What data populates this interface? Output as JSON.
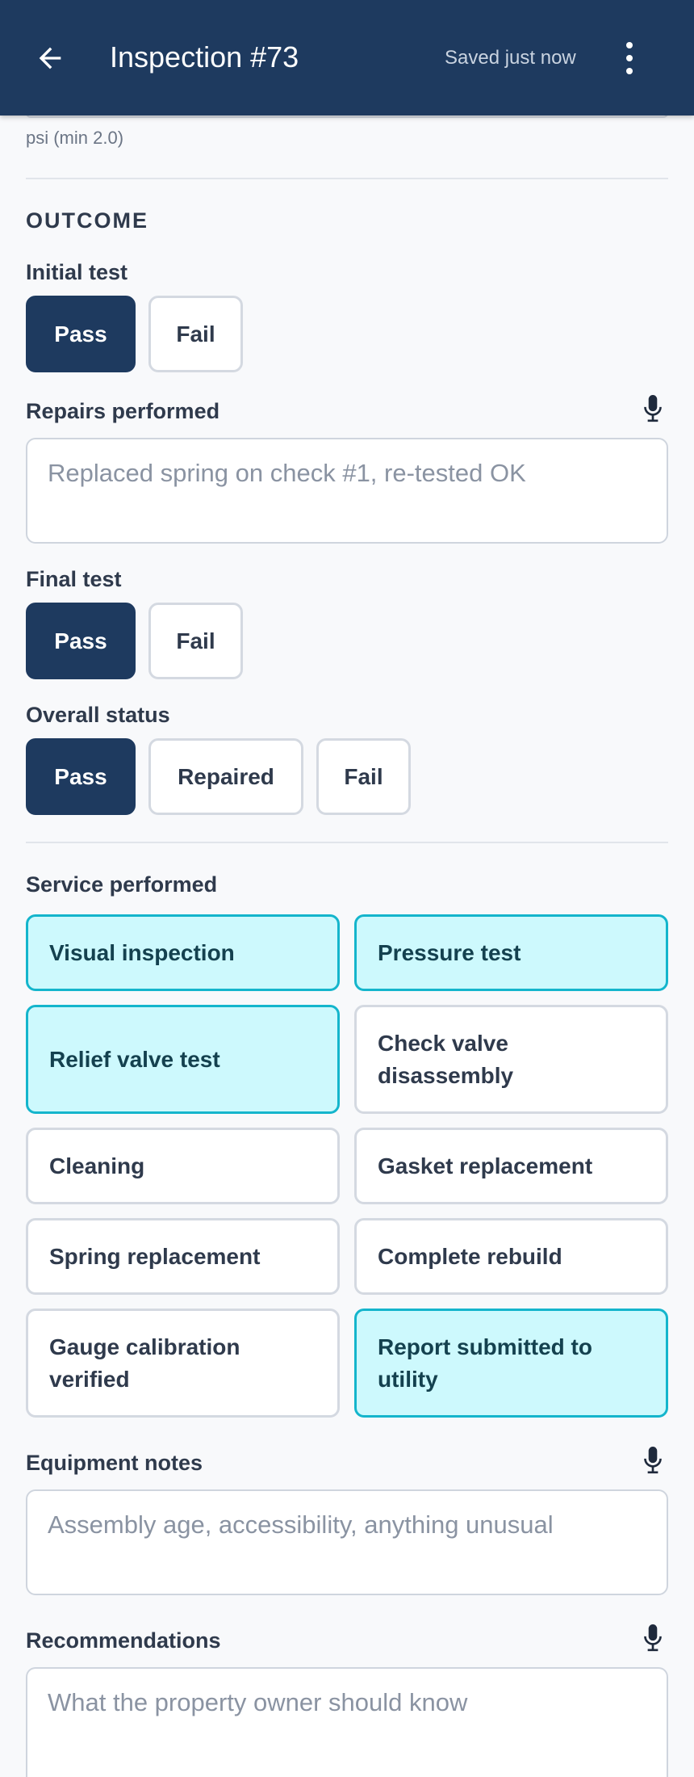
{
  "header": {
    "title": "Inspection #73",
    "save_status": "Saved just now",
    "colors": {
      "bar": "#1e3a5f",
      "text": "#ffffff"
    }
  },
  "previous_field": {
    "hint": "psi (min 2.0)"
  },
  "outcome": {
    "section_title": "OUTCOME",
    "initial_test": {
      "label": "Initial test",
      "options": [
        "Pass",
        "Fail"
      ],
      "selected": "Pass"
    },
    "repairs": {
      "label": "Repairs performed",
      "placeholder": "Replaced spring on check #1, re-tested OK"
    },
    "final_test": {
      "label": "Final test",
      "options": [
        "Pass",
        "Fail"
      ],
      "selected": "Pass"
    },
    "overall_status": {
      "label": "Overall status",
      "options": [
        "Pass",
        "Repaired",
        "Fail"
      ],
      "selected": "Pass"
    }
  },
  "service": {
    "label": "Service performed",
    "items": [
      {
        "label": "Visual inspection",
        "selected": true
      },
      {
        "label": "Pressure test",
        "selected": true
      },
      {
        "label": "Relief valve test",
        "selected": true
      },
      {
        "label": "Check valve disassembly",
        "selected": false
      },
      {
        "label": "Cleaning",
        "selected": false
      },
      {
        "label": "Gasket replacement",
        "selected": false
      },
      {
        "label": "Spring replacement",
        "selected": false
      },
      {
        "label": "Complete rebuild",
        "selected": false
      },
      {
        "label": "Gauge calibration verified",
        "selected": false
      },
      {
        "label": "Report submitted to utility",
        "selected": true
      }
    ],
    "colors": {
      "selected_bg": "#cdf9fd",
      "selected_border": "#14b5cc"
    }
  },
  "equipment_notes": {
    "label": "Equipment notes",
    "placeholder": "Assembly age, accessibility, anything unusual"
  },
  "recommendations": {
    "label": "Recommendations",
    "placeholder": "What the property owner should know"
  },
  "icons": [
    "arrow-back-icon",
    "more-vert-icon",
    "microphone-icon"
  ]
}
